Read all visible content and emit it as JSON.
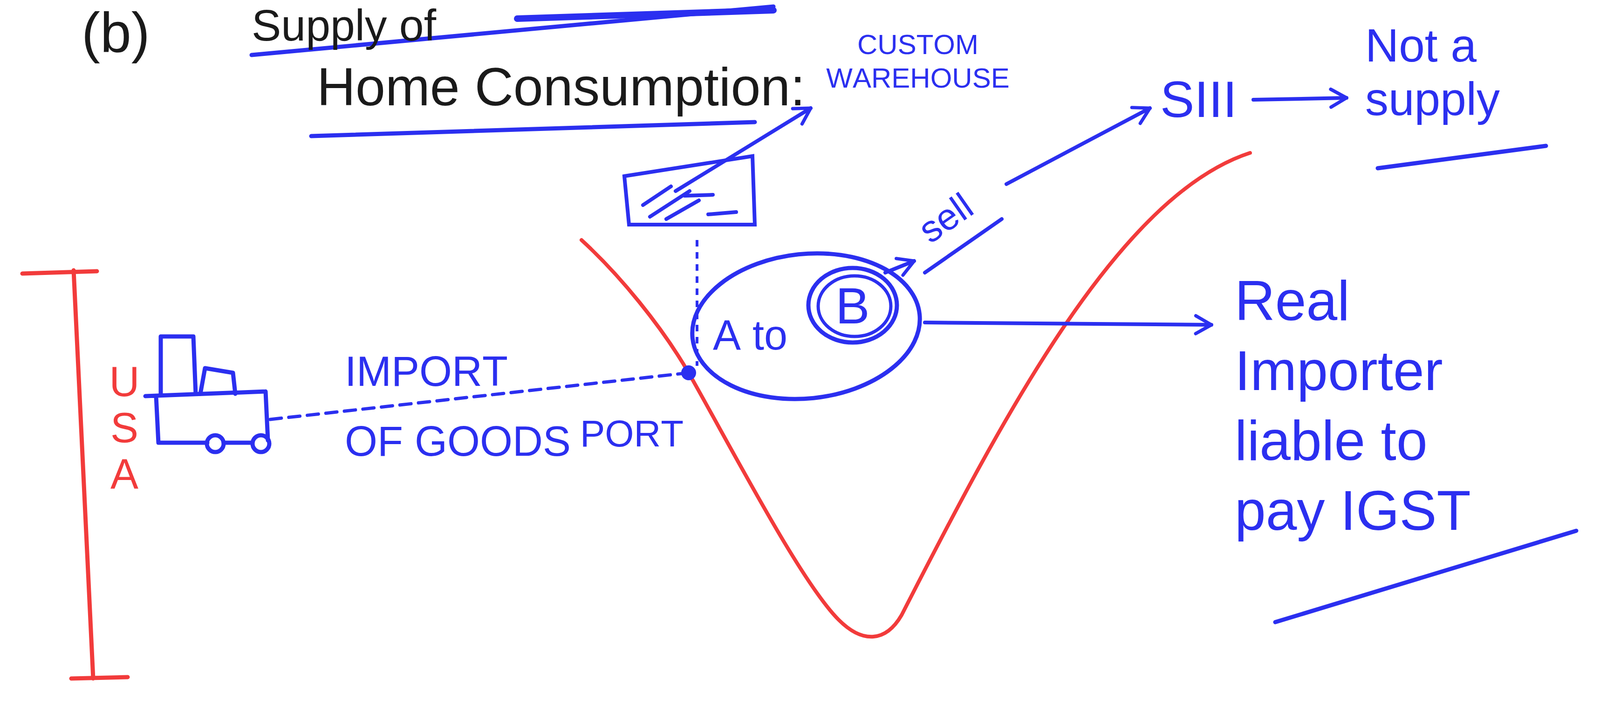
{
  "diagram": {
    "nodes": [
      {
        "text": [
          "A to"
        ]
      },
      {
        "text": [
          "B"
        ],
        "in": 0
      }
    ],
    "labels": [
      "(b)",
      "Supply of",
      "Home Consumption:",
      "CUSTOM WAREHOUSE",
      "USA",
      "IMPORT OF GOODS",
      "PORT",
      "sell",
      "SIII",
      "Not a supply",
      "Real Importer liable to pay IGST"
    ]
  }
}
